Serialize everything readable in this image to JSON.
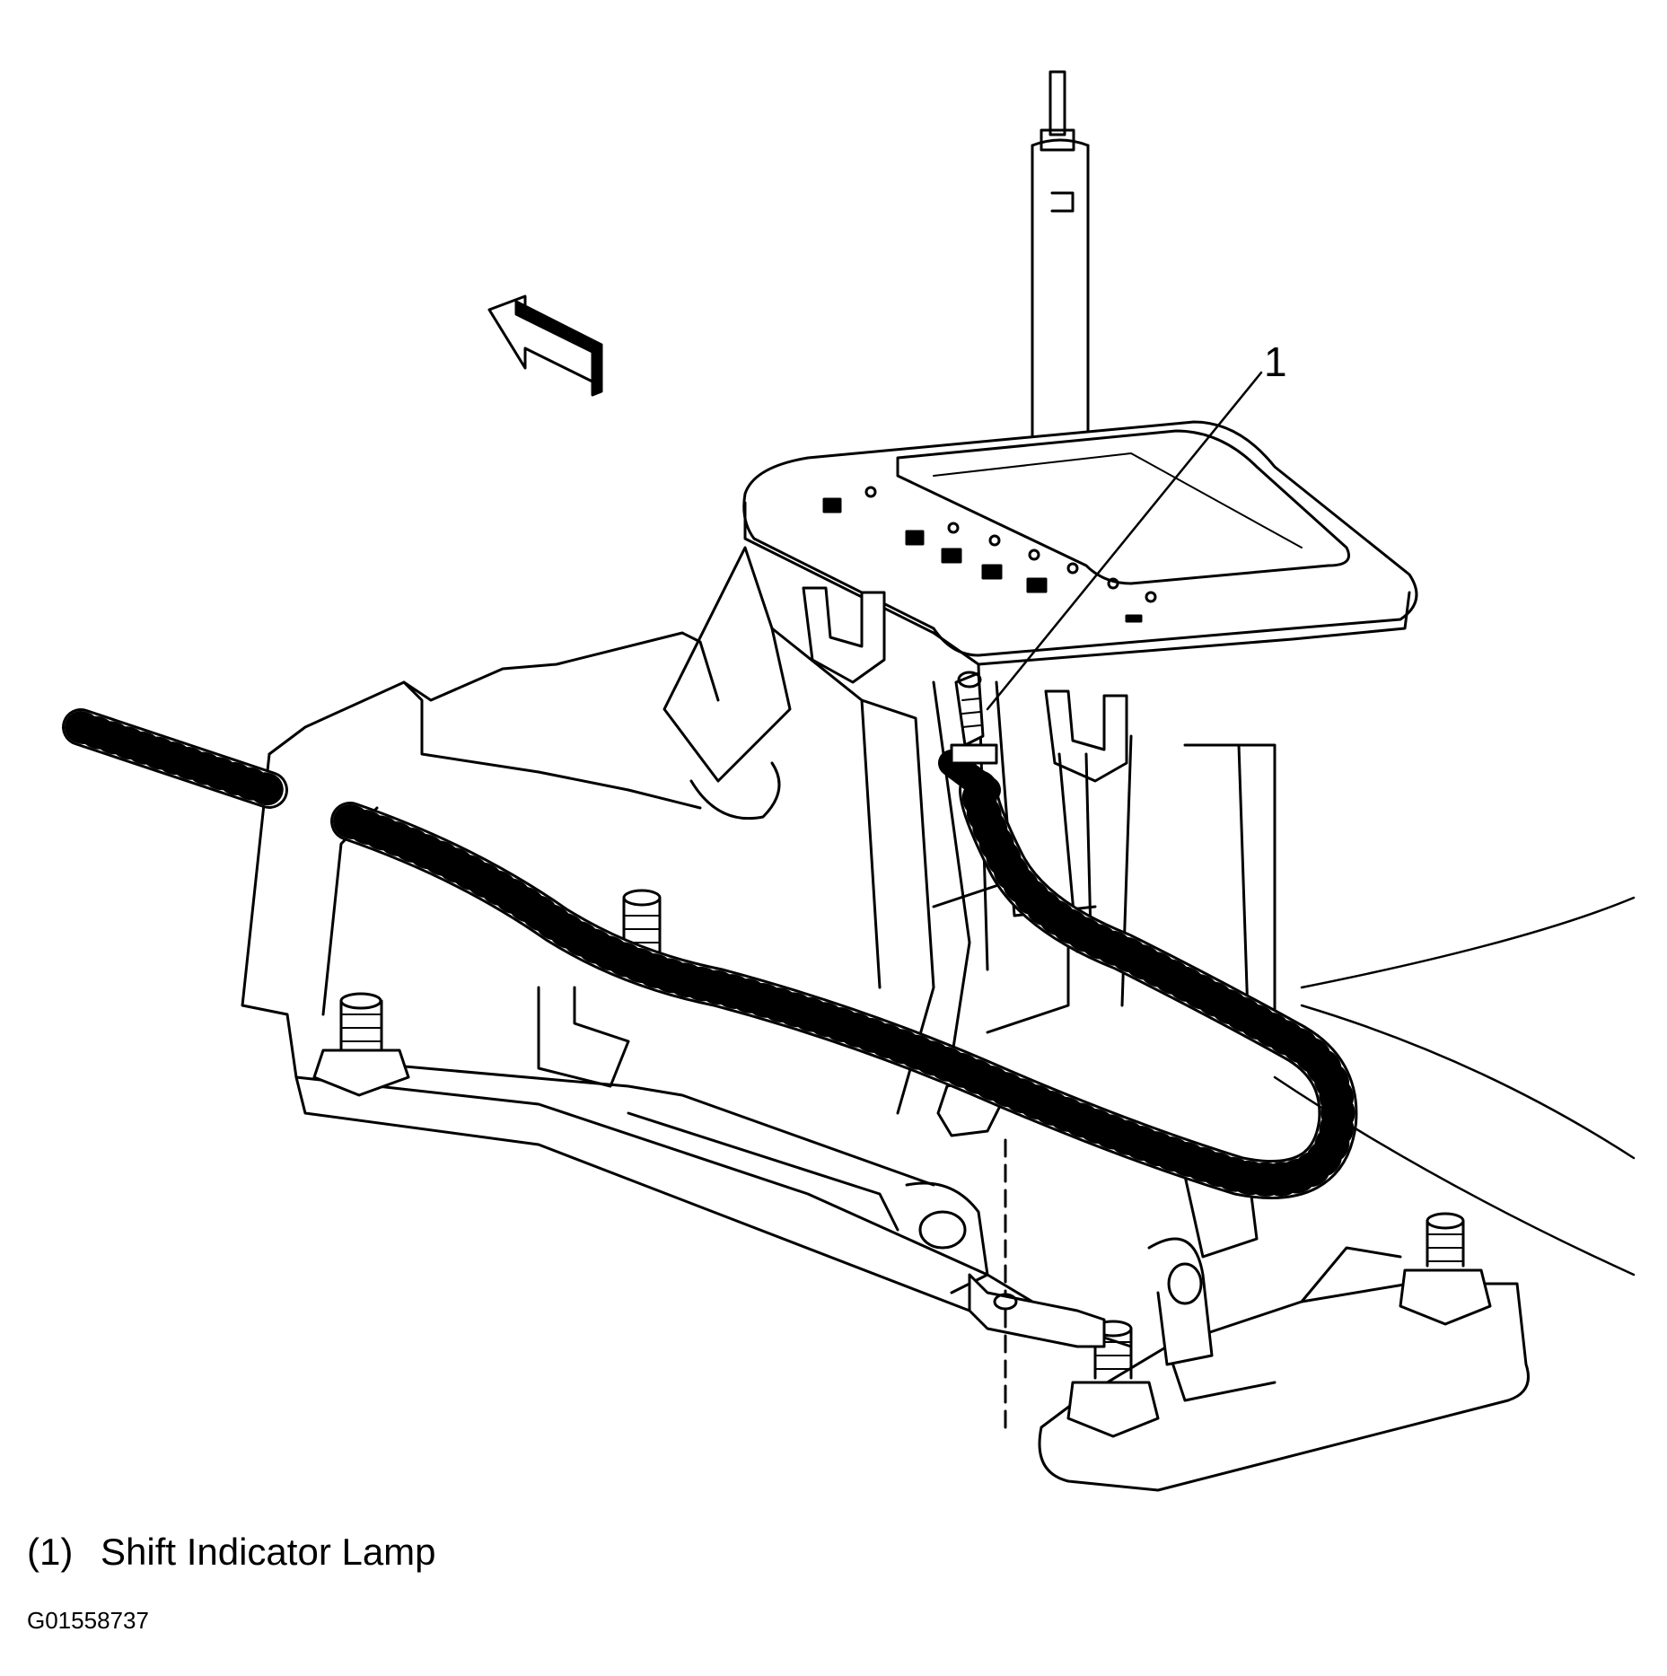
{
  "callout": {
    "number": "1"
  },
  "legend": {
    "items": [
      {
        "number": "(1)",
        "label": "Shift Indicator Lamp"
      }
    ]
  },
  "figure_id": "G01558737",
  "icons": {
    "direction": "front-arrow-icon"
  }
}
